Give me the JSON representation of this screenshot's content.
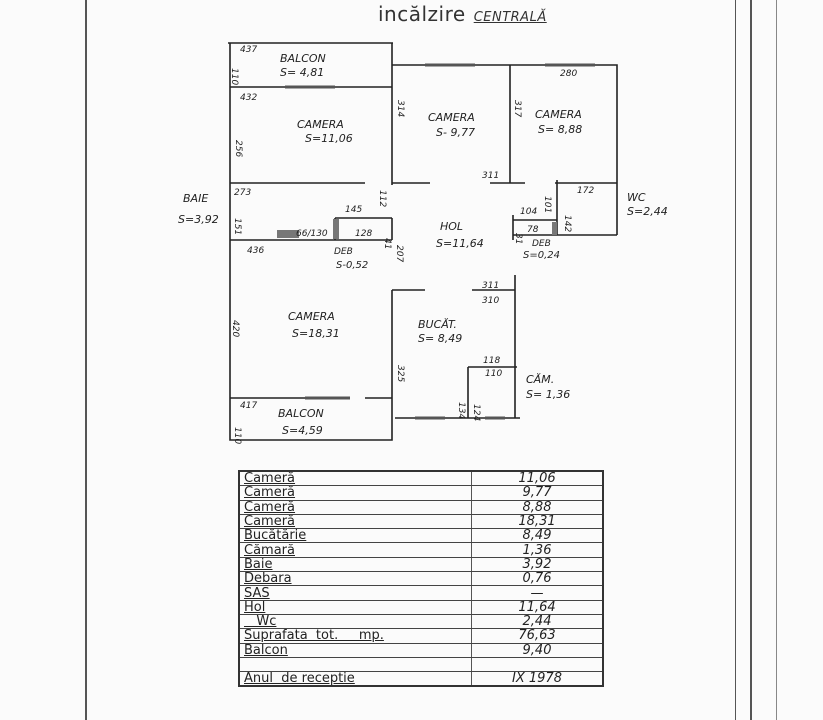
{
  "title": {
    "text": "incălzire",
    "handwritten": "CENTRALĂ"
  },
  "plan": {
    "rooms": [
      {
        "id": "balcon-top",
        "name": "BALCON",
        "area": "S= 4,81"
      },
      {
        "id": "camera-1",
        "name": "CAMERA",
        "area": "S=11,06"
      },
      {
        "id": "camera-2",
        "name": "CAMERA",
        "area": "S- 9,77"
      },
      {
        "id": "camera-3",
        "name": "CAMERA",
        "area": "S= 8,88"
      },
      {
        "id": "baie",
        "name": "BAIE",
        "area": "S=3,92"
      },
      {
        "id": "hol",
        "name": "HOL",
        "area": "S=11,64"
      },
      {
        "id": "wc",
        "name": "WC",
        "area": "S=2,44"
      },
      {
        "id": "deb-1",
        "name": "DEB",
        "area": "S-0,52"
      },
      {
        "id": "deb-2",
        "name": "DEB",
        "area": "S=0,24"
      },
      {
        "id": "camera-4",
        "name": "CAMERA",
        "area": "S=18,31"
      },
      {
        "id": "bucatarie",
        "name": "BUCĂT.",
        "area": "S= 8,49"
      },
      {
        "id": "camara",
        "name": "CĂM.",
        "area": "S= 1,36"
      },
      {
        "id": "balcon-bottom",
        "name": "BALCON",
        "area": "S=4,59"
      }
    ],
    "dimensions": [
      "437",
      "110",
      "432",
      "256",
      "314",
      "317",
      "280",
      "311",
      "273",
      "151",
      "112",
      "145",
      "128",
      "41",
      "207",
      "104",
      "101",
      "172",
      "142",
      "31",
      "78",
      "66/130",
      "436",
      "420",
      "311",
      "310",
      "325",
      "118",
      "110",
      "134",
      "124",
      "417",
      "110"
    ]
  },
  "table": {
    "rows": [
      {
        "label": "Cameră",
        "value": "11,06"
      },
      {
        "label": "Cameră",
        "value": "9,77"
      },
      {
        "label": "Cameră",
        "value": "8,88"
      },
      {
        "label": "Cameră",
        "value": "18,31"
      },
      {
        "label": "Bucătărie",
        "value": "8,49"
      },
      {
        "label": "Cămară",
        "value": "1,36"
      },
      {
        "label": "Baie",
        "value": "3,92"
      },
      {
        "label": "Debara",
        "value": "0,76"
      },
      {
        "label": "SAS",
        "value": "—"
      },
      {
        "label": "Hol",
        "value": "11,64"
      },
      {
        "label": "   Wc",
        "value": "2,44"
      },
      {
        "label": "Suprafata  tot.     mp.",
        "value": "76,63"
      },
      {
        "label": "Balcon",
        "value": "9,40"
      },
      {
        "label": "",
        "value": ""
      },
      {
        "label": "Anul  de receptie",
        "value": "IX 1978"
      }
    ]
  }
}
